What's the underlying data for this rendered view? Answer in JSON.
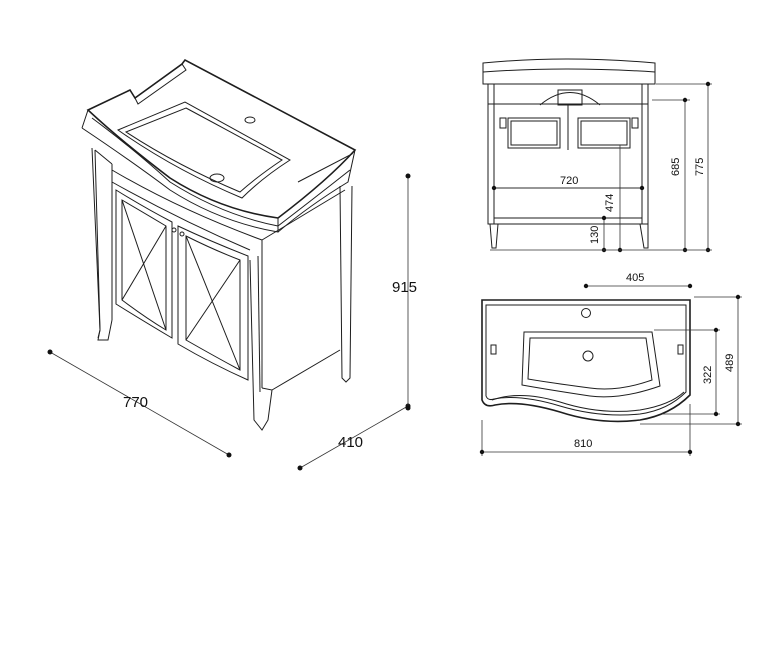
{
  "dimensions": {
    "iso_width": "770",
    "iso_depth": "410",
    "iso_height": "915",
    "front_inner_width": "720",
    "front_height_685": "685",
    "front_height_775": "775",
    "front_shelf_474": "474",
    "front_leg_130": "130",
    "top_hole_offset": "405",
    "top_basin_depth": "322",
    "top_depth": "489",
    "top_width": "810"
  }
}
